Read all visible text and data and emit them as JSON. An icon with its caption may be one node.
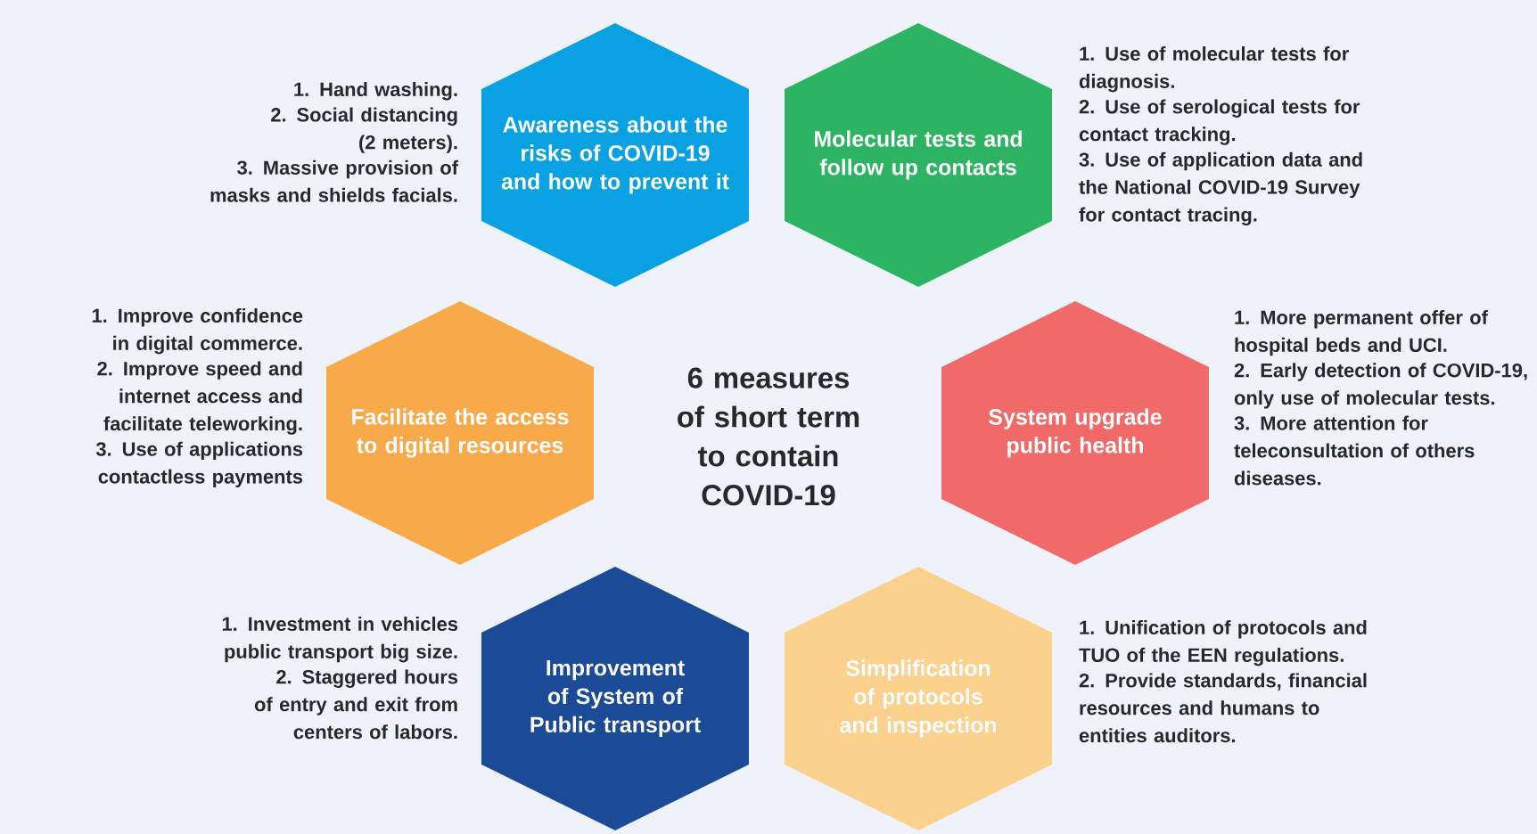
{
  "diagram": {
    "title": "6 measures of short term to contain COVID-19",
    "nodes": [
      {
        "text": [
          "Awareness about the risks of COVID-19 and how to prevent it"
        ],
        "beside": [
          "1. Hand washing.",
          "2. Social distancing (2 meters).",
          "3. Massive provision of masks and shields facials."
        ]
      },
      {
        "text": [
          "Molecular tests and follow up contacts"
        ],
        "beside": [
          "1. Use of molecular tests for diagnosis.",
          "2. Use of serological tests for contact tracking.",
          "3. Use of application data and the National COVID-19 Survey for contact tracing."
        ]
      },
      {
        "text": [
          "Facilitate the access to digital resources"
        ],
        "beside": [
          "1. Improve confidence in digital commerce.",
          "2. Improve speed and internet access and facilitate teleworking.",
          "3. Use of applications contactless payments"
        ]
      },
      {
        "text": [
          "System upgrade public health"
        ],
        "beside": [
          "1. More permanent offer of hospital beds and UCI.",
          "2. Early detection of COVID-19, only use of molecular tests.",
          "3. More attention for teleconsultation of others diseases."
        ]
      },
      {
        "text": [
          "Improvement of System of Public transport"
        ],
        "beside": [
          "1. Investment in vehicles public transport big size.",
          "2. Staggered hours of entry and exit from centers of labors."
        ]
      },
      {
        "text": [
          "Simplification of protocols and inspection"
        ],
        "beside": [
          "1. Unification of protocols and TUO of the EEN regulations.",
          "2. Provide standards, financial resources and humans to entities auditors."
        ]
      }
    ]
  }
}
